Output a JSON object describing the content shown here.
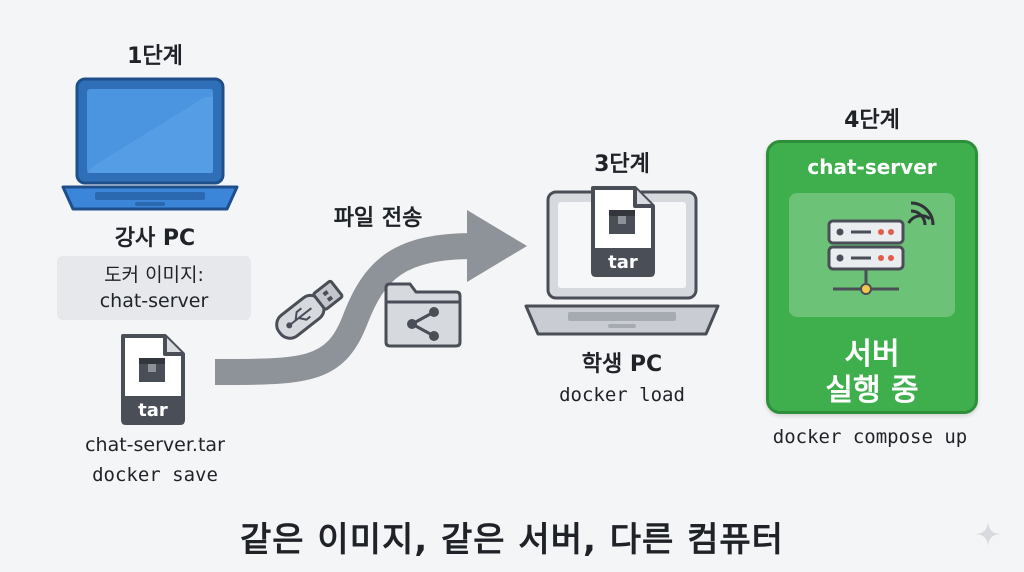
{
  "stage1": {
    "step": "1단계",
    "pc_label": "강사 PC",
    "image_line1": "도커 이미지:",
    "image_line2": "chat-server",
    "file_badge": "tar",
    "file_name": "chat-server.tar",
    "command": "docker save"
  },
  "stage2": {
    "label": "파일 전송"
  },
  "stage3": {
    "step": "3단계",
    "file_badge": "tar",
    "pc_label": "학생 PC",
    "command": "docker load"
  },
  "stage4": {
    "step": "4단계",
    "card_title": "chat-server",
    "status_line1": "서버",
    "status_line2": "실행 중",
    "command": "docker compose up"
  },
  "footer": {
    "title": "같은 이미지, 같은 서버, 다른 컴퓨터"
  },
  "colors": {
    "laptop_blue": "#3b86d8",
    "arrow_gray": "#8e9399",
    "card_green": "#3fae4c"
  },
  "icons": [
    "laptop-icon",
    "tar-file-icon",
    "usb-drive-icon",
    "shared-folder-icon",
    "server-icon",
    "wifi-signal-icon"
  ]
}
